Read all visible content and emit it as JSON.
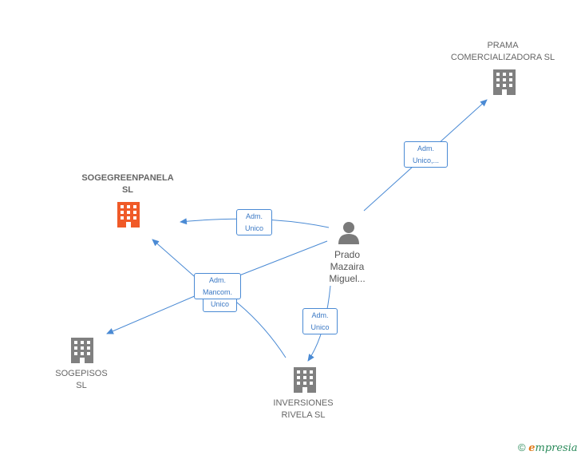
{
  "nodes": {
    "prama": {
      "label_1": "PRAMA",
      "label_2": "COMERCIALIZADORA SL"
    },
    "sogegreenpanela": {
      "label_1": "SOGEGREENPANELA",
      "label_2": "SL"
    },
    "person": {
      "label_1": "Prado",
      "label_2": "Mazaira",
      "label_3": "Miguel..."
    },
    "sogepisos": {
      "label_1": "SOGEPISOS",
      "label_2": "SL"
    },
    "inversiones": {
      "label_1": "INVERSIONES",
      "label_2": "RIVELA  SL"
    }
  },
  "edges": {
    "to_prama": {
      "line_1": "Adm.",
      "line_2": "Unico,..."
    },
    "to_sogegreenpanela": {
      "line_1": "Adm.",
      "line_2": "Unico"
    },
    "to_mancom": {
      "line_1": "Adm.",
      "line_2": "Mancom."
    },
    "to_mancom_back": {
      "line_1": "Unico"
    },
    "to_inversiones": {
      "line_1": "Adm.",
      "line_2": "Unico"
    }
  },
  "colors": {
    "edge": "#4a8ad4",
    "building": "#808080",
    "building_primary": "#f05a28",
    "person": "#7a7a7a"
  },
  "footer": {
    "copyright": "©",
    "brand_first": "e",
    "brand_rest": "mpresia"
  }
}
